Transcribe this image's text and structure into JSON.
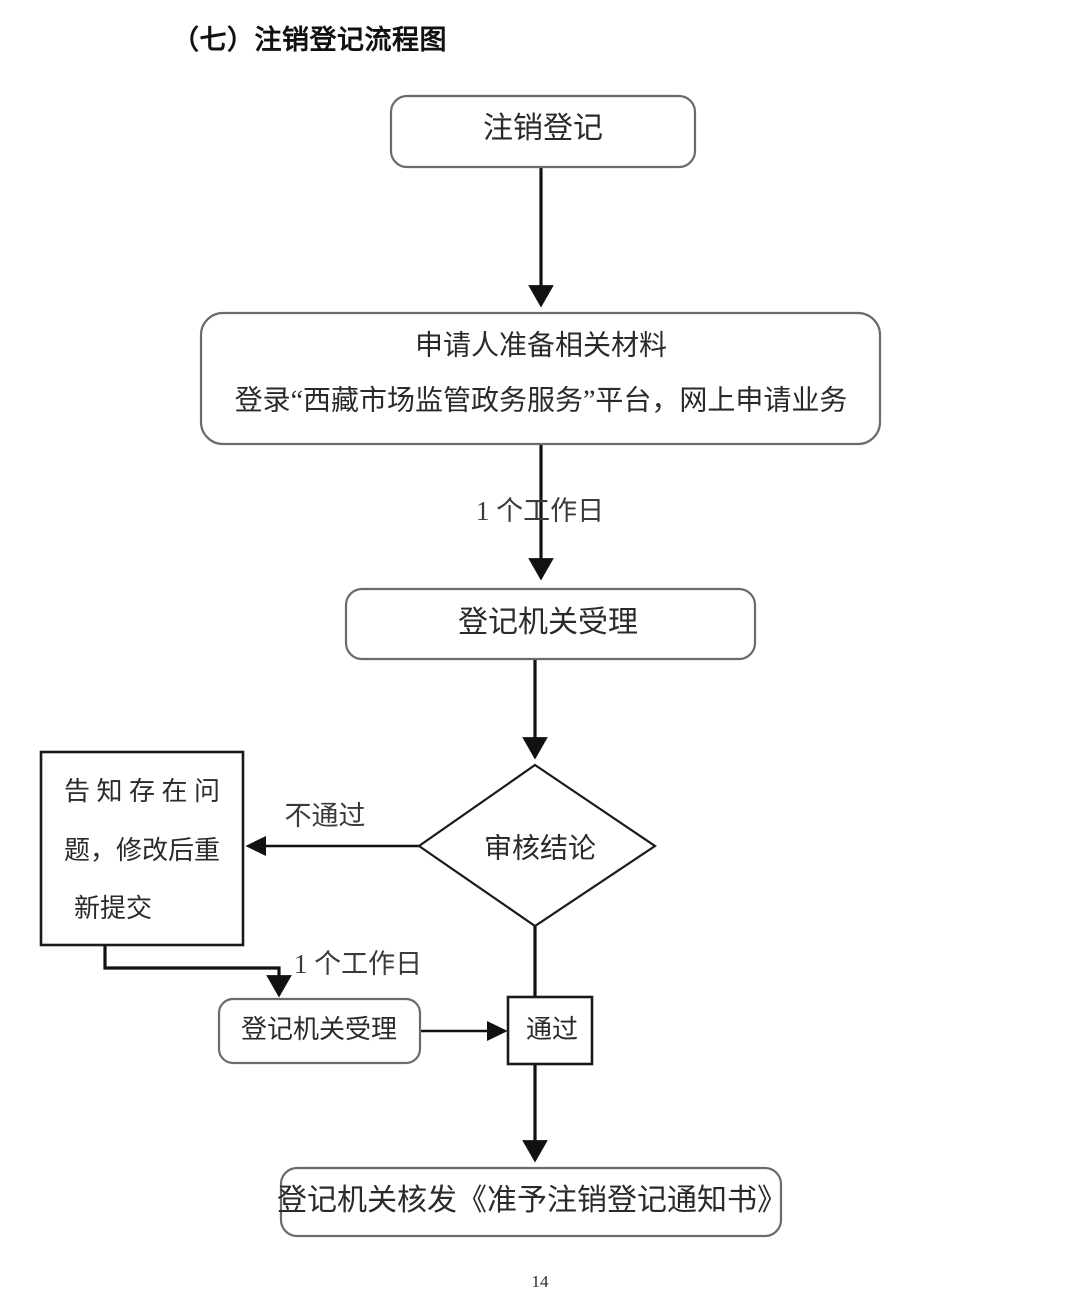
{
  "document": {
    "title": "（七）注销登记流程图",
    "page_number": "14"
  },
  "flowchart": {
    "type": "flowchart",
    "nodes": [
      {
        "id": "start",
        "label": "注销登记",
        "shape": "rounded-rect"
      },
      {
        "id": "prepare_l1",
        "label": "申请人准备相关材料",
        "shape": "rounded-rect"
      },
      {
        "id": "prepare_l2",
        "label": "登录“西藏市场监管政务服务”平台，网上申请业务",
        "shape": "rounded-rect"
      },
      {
        "id": "accept1",
        "label": "登记机关受理",
        "shape": "rounded-rect"
      },
      {
        "id": "review",
        "label": "审核结论",
        "shape": "diamond"
      },
      {
        "id": "reject_box",
        "label": "告知存在问题，修改后重新提交",
        "shape": "rect"
      },
      {
        "id": "reject_l1",
        "label": "告 知 存 在 问"
      },
      {
        "id": "reject_l2",
        "label": "题，修改后重"
      },
      {
        "id": "reject_l3",
        "label": "新提交"
      },
      {
        "id": "accept2",
        "label": "登记机关受理",
        "shape": "rounded-rect"
      },
      {
        "id": "pass_box",
        "label": "通过",
        "shape": "rect"
      },
      {
        "id": "issue",
        "label": "登记机关核发《准予注销登记通知书》",
        "shape": "rounded-rect"
      }
    ],
    "edge_labels": {
      "one_workday_top": "1 个工作日",
      "fail_branch": "不通过",
      "one_workday_bottom": "1 个工作日"
    },
    "colors": {
      "text": "#2a2a2a",
      "node_stroke": "#6b6b6b",
      "sharp_stroke": "#1a1a1a",
      "edge_stroke": "#111111",
      "background": "#ffffff"
    }
  }
}
